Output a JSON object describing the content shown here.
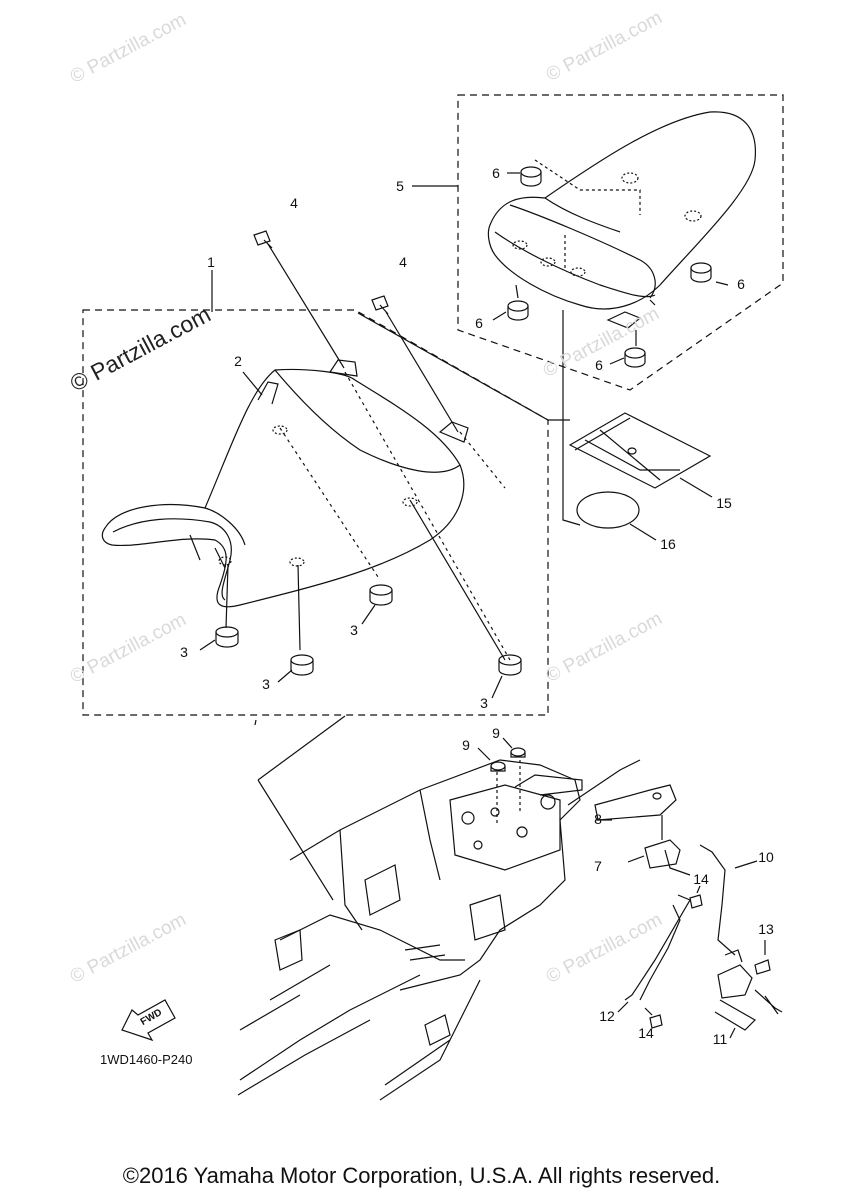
{
  "watermark": "© Partzilla.com",
  "diagram_code": "1WD1460-P240",
  "fwd_label": "FWD",
  "copyright": "©2016 Yamaha Motor Corporation, U.S.A. All rights reserved.",
  "callouts": {
    "c1": "1",
    "c2": "2",
    "c3a": "3",
    "c3b": "3",
    "c3c": "3",
    "c3d": "3",
    "c4a": "4",
    "c4b": "4",
    "c5": "5",
    "c6a": "6",
    "c6b": "6",
    "c6c": "6",
    "c6d": "6",
    "c7": "7",
    "c8": "8",
    "c9a": "9",
    "c9b": "9",
    "c10": "10",
    "c11": "11",
    "c12": "12",
    "c13": "13",
    "c14a": "14",
    "c14b": "14",
    "c15": "15",
    "c16": "16"
  },
  "colors": {
    "line": "#111111",
    "watermark": "#d9d9d9"
  }
}
